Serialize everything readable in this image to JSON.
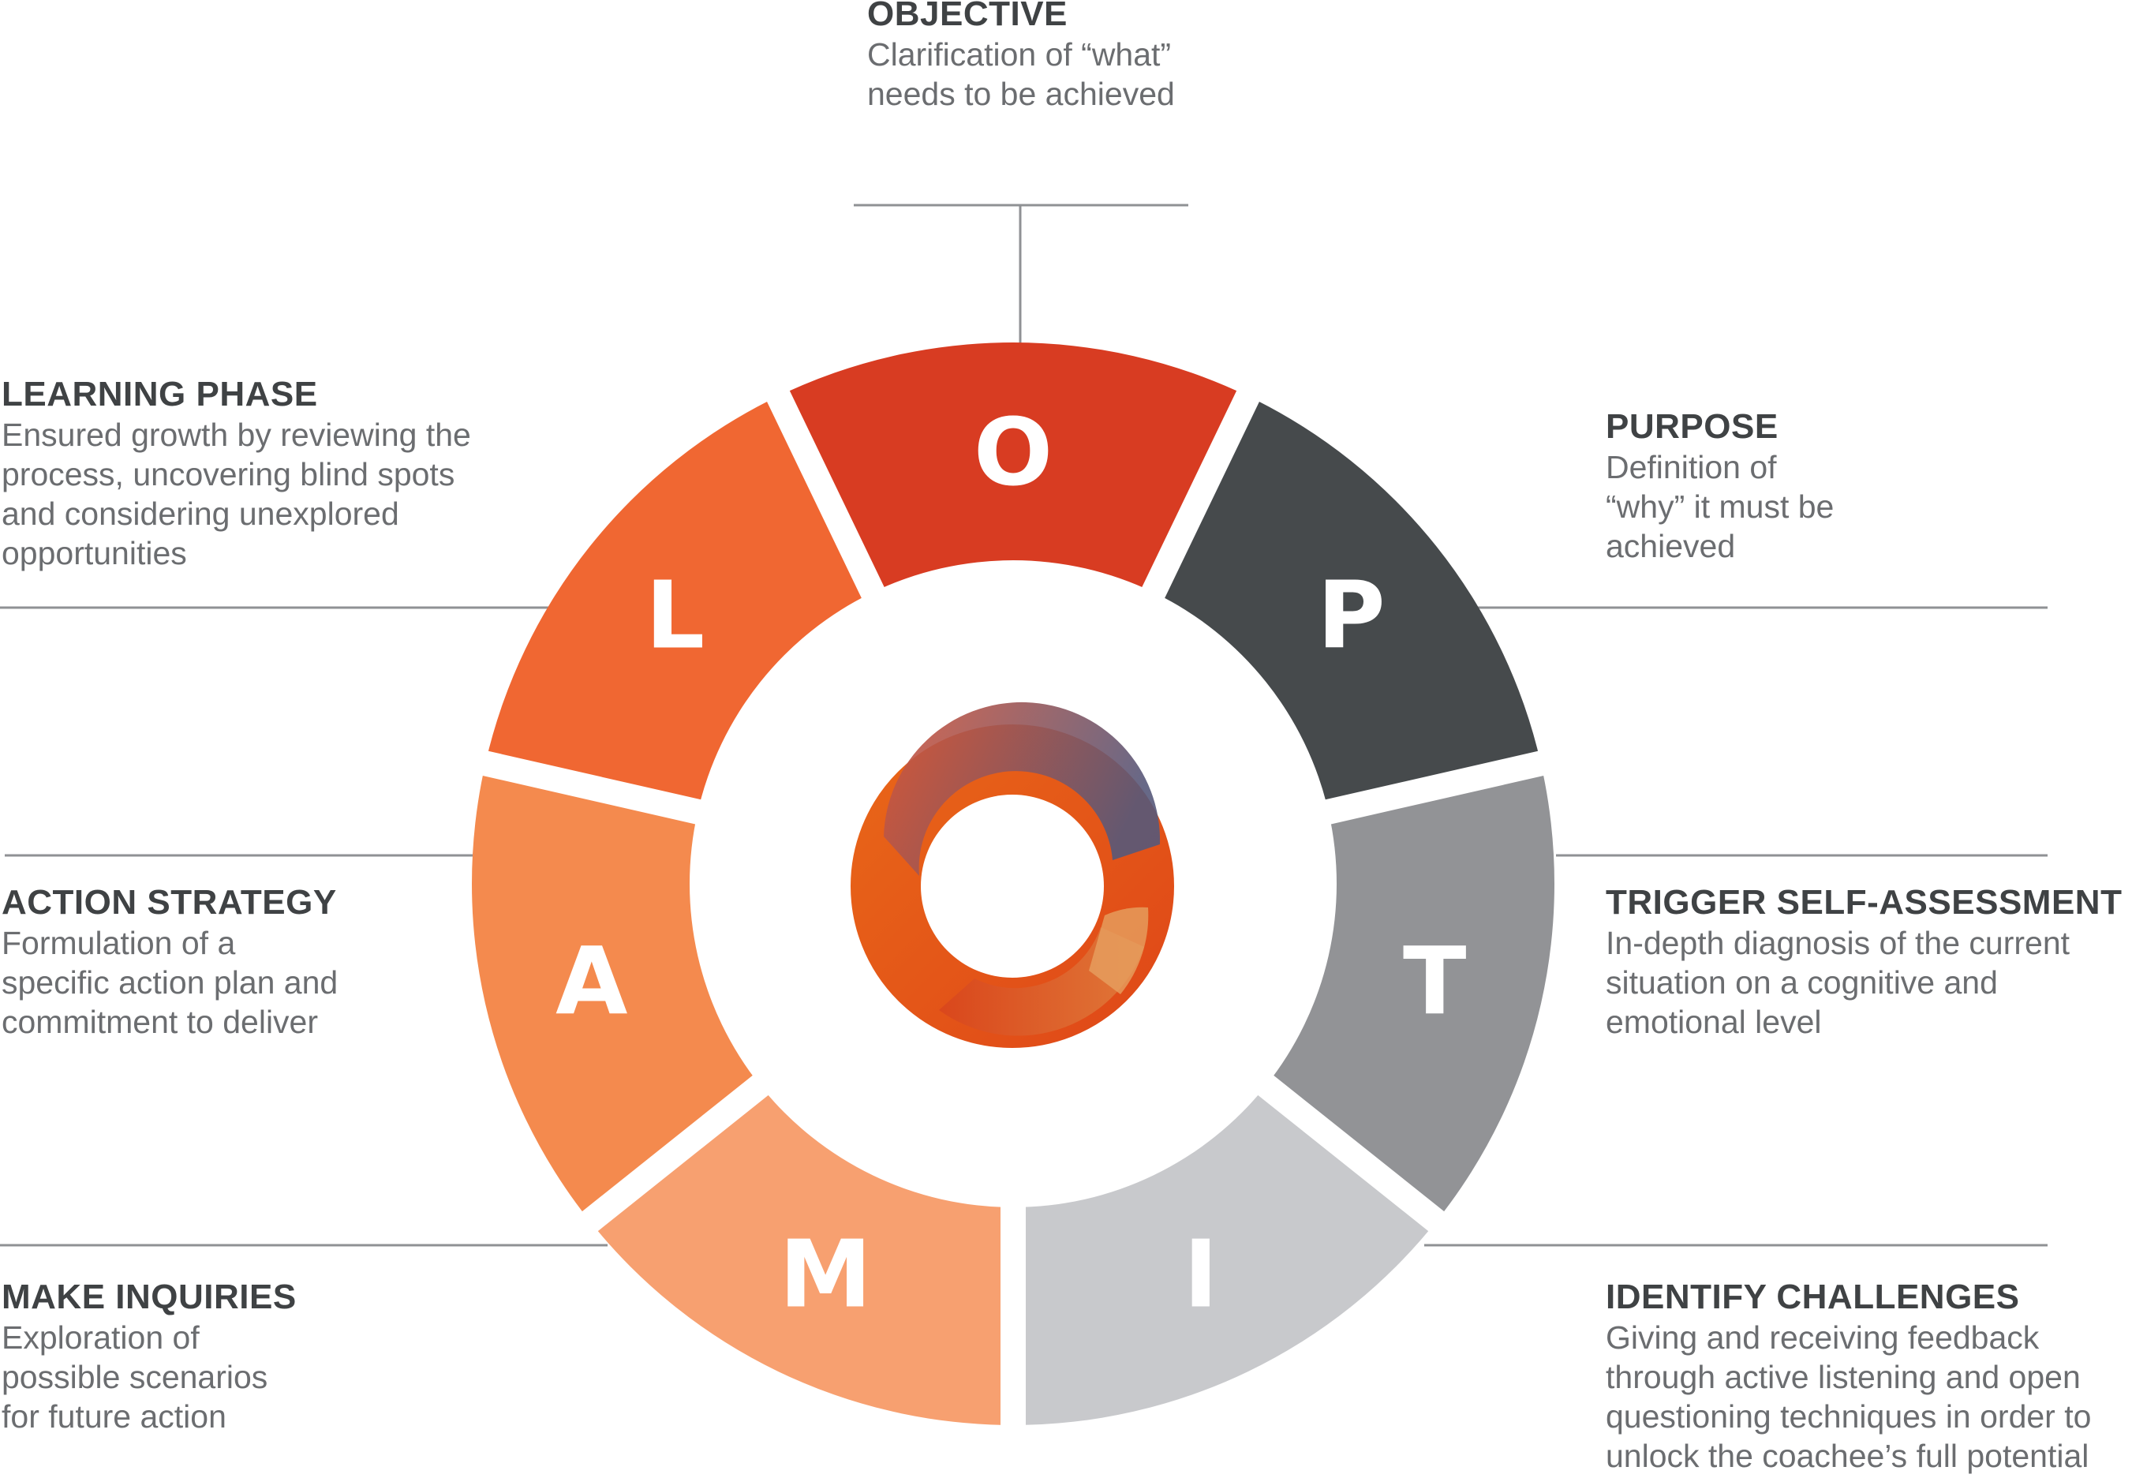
{
  "segments": [
    {
      "letter": "O",
      "color": "#d83c22"
    },
    {
      "letter": "P",
      "color": "#464a4c"
    },
    {
      "letter": "T",
      "color": "#929396"
    },
    {
      "letter": "I",
      "color": "#c8c9cc"
    },
    {
      "letter": "M",
      "color": "#f7a070"
    },
    {
      "letter": "A",
      "color": "#f48a4e"
    },
    {
      "letter": "L",
      "color": "#f06732"
    }
  ],
  "labels": {
    "objective": {
      "title": "OBJECTIVE",
      "lines": [
        "Clarification of “what”",
        "needs to be achieved"
      ]
    },
    "purpose": {
      "title": "PURPOSE",
      "lines": [
        "Definition of",
        "“why” it must be",
        "achieved"
      ]
    },
    "trigger": {
      "title": "TRIGGER SELF-ASSESSMENT",
      "lines": [
        "In-depth diagnosis of the current",
        "situation on a cognitive and",
        "emotional level"
      ]
    },
    "identify": {
      "title": "IDENTIFY CHALLENGES",
      "lines": [
        "Giving and receiving feedback",
        "through active listening and open",
        "questioning techniques in order to",
        "unlock the coachee’s full potential"
      ]
    },
    "make": {
      "title": "MAKE INQUIRIES",
      "lines": [
        "Exploration of",
        "possible scenarios",
        "for future action"
      ]
    },
    "action": {
      "title": "ACTION STRATEGY",
      "lines": [
        "Formulation of a",
        "specific action plan and",
        "commitment to deliver"
      ]
    },
    "learning": {
      "title": "LEARNING PHASE",
      "lines": [
        "Ensured growth by reviewing the",
        "process, uncovering blind spots",
        "and considering unexplored",
        "opportunities"
      ]
    }
  }
}
